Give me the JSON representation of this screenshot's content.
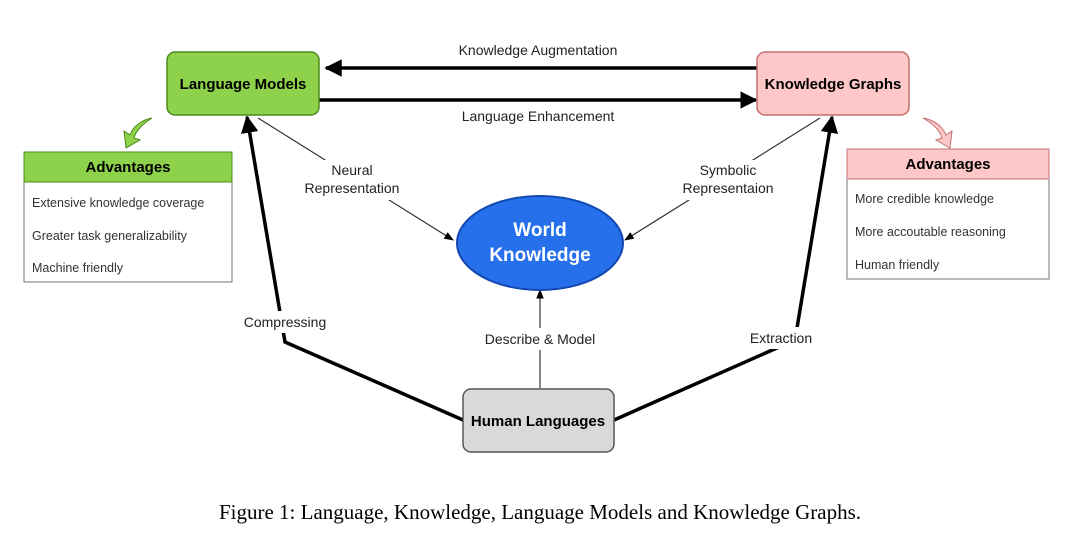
{
  "nodes": {
    "language_models": "Language Models",
    "knowledge_graphs": "Knowledge Graphs",
    "world_knowledge_line1": "World",
    "world_knowledge_line2": "Knowledge",
    "human_languages": "Human Languages"
  },
  "edges": {
    "knowledge_augmentation": "Knowledge Augmentation",
    "language_enhancement": "Language Enhancement",
    "neural_line1": "Neural",
    "neural_line2": "Representation",
    "symbolic_line1": "Symbolic",
    "symbolic_line2": "Representaion",
    "compressing": "Compressing",
    "describe_model": "Describe & Model",
    "extraction": "Extraction"
  },
  "lm_advantages": {
    "title": "Advantages",
    "items": [
      "Extensive knowledge coverage",
      "Greater task generalizability",
      "Machine friendly"
    ]
  },
  "kg_advantages": {
    "title": "Advantages",
    "items": [
      "More credible knowledge",
      "More accoutable reasoning",
      "Human friendly"
    ]
  },
  "caption": "Figure 1: Language, Knowledge, Language Models and Knowledge Graphs.",
  "colors": {
    "lm_fill": "#8ed14a",
    "lm_stroke": "#4e8a1e",
    "kg_fill": "#ffc8c8",
    "kg_stroke": "#c07070",
    "world_fill": "#2670ec",
    "world_stroke": "#1248b0",
    "human_fill": "#d9d9d9",
    "human_stroke": "#555555"
  }
}
